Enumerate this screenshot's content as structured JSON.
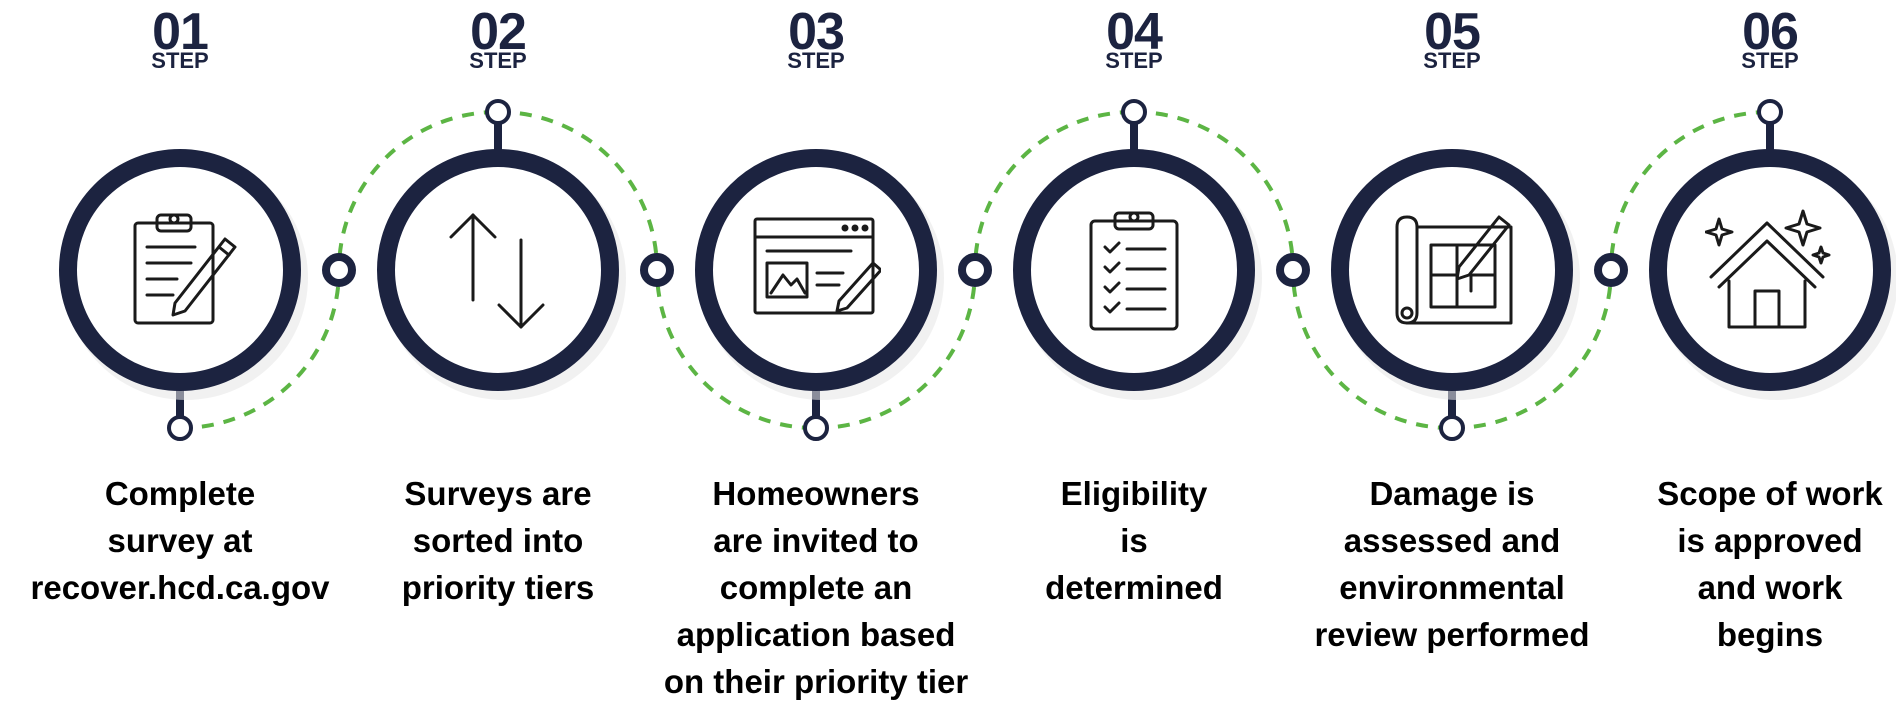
{
  "colors": {
    "circle_ring": "#1c2340",
    "dashed_connector": "#5cb544",
    "step_label": "#1c2340",
    "description_text": "#000000"
  },
  "steps": [
    {
      "number": "01",
      "label": "STEP",
      "icon": "clipboard-pen-icon",
      "lines": [
        "Complete",
        "survey at",
        "recover.hcd.ca.gov"
      ]
    },
    {
      "number": "02",
      "label": "STEP",
      "icon": "sort-arrows-icon",
      "lines": [
        "Surveys are",
        "sorted into",
        "priority tiers"
      ]
    },
    {
      "number": "03",
      "label": "STEP",
      "icon": "web-application-icon",
      "lines": [
        "Homeowners",
        "are invited to",
        "complete an",
        "application based",
        "on their priority tier"
      ]
    },
    {
      "number": "04",
      "label": "STEP",
      "icon": "checklist-clipboard-icon",
      "lines": [
        "Eligibility",
        "is",
        "determined"
      ]
    },
    {
      "number": "05",
      "label": "STEP",
      "icon": "blueprint-pencil-icon",
      "lines": [
        "Damage is",
        "assessed and",
        "environmental",
        "review performed"
      ]
    },
    {
      "number": "06",
      "label": "STEP",
      "icon": "house-sparkle-icon",
      "lines": [
        "Scope of work",
        "is approved",
        "and work",
        "begins"
      ]
    }
  ]
}
